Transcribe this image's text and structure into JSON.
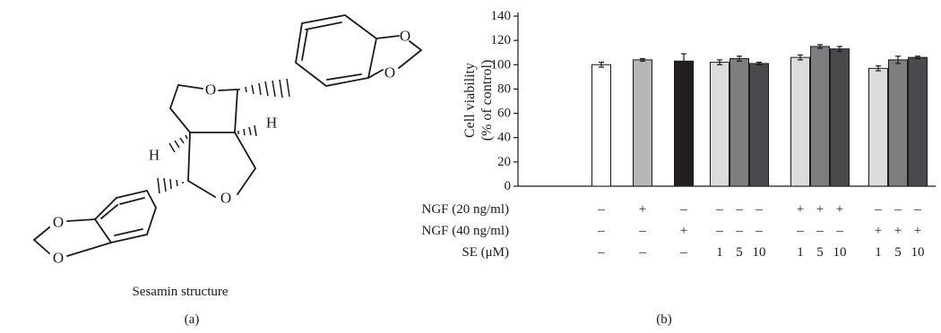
{
  "structure": {
    "caption": "Sesamin structure",
    "panel_label": "(a)",
    "atoms": {
      "oxygen": "O",
      "hydrogen": "H"
    }
  },
  "chart_data": {
    "type": "bar",
    "panel_label": "(b)",
    "ylabel_lines": [
      "Cell viability",
      "(% of control)"
    ],
    "ylim": [
      0,
      140
    ],
    "yticks": [
      0,
      20,
      40,
      60,
      80,
      100,
      120,
      140
    ],
    "bars": [
      {
        "value": 100,
        "err": 2,
        "color": "#ffffff"
      },
      {
        "value": 104,
        "err": 1,
        "color": "#b7b7b7"
      },
      {
        "value": 103,
        "err": 6,
        "color": "#231f20"
      },
      {
        "value": 102,
        "err": 2,
        "color": "#dcdcdd"
      },
      {
        "value": 105,
        "err": 2,
        "color": "#7e7e80"
      },
      {
        "value": 101,
        "err": 1,
        "color": "#4a4a4c"
      },
      {
        "value": 106,
        "err": 2,
        "color": "#dcdcdd"
      },
      {
        "value": 115,
        "err": 1.5,
        "color": "#7e7e80"
      },
      {
        "value": 113,
        "err": 2,
        "color": "#4a4a4c"
      },
      {
        "value": 97,
        "err": 2,
        "color": "#dcdcdd"
      },
      {
        "value": 104,
        "err": 3,
        "color": "#7e7e80"
      },
      {
        "value": 106,
        "err": 1,
        "color": "#4a4a4c"
      }
    ],
    "conditions": [
      {
        "label": "NGF (20 ng/ml)",
        "values": [
          "–",
          "+",
          "–",
          "–",
          "–",
          "–",
          "+",
          "+",
          "+",
          "–",
          "–",
          "–"
        ]
      },
      {
        "label": "NGF (40 ng/ml)",
        "values": [
          "–",
          "–",
          "+",
          "–",
          "–",
          "–",
          "–",
          "–",
          "–",
          "+",
          "+",
          "+"
        ]
      },
      {
        "label": "SE (μM)",
        "values": [
          "–",
          "–",
          "–",
          "1",
          "5",
          "10",
          "1",
          "5",
          "10",
          "1",
          "5",
          "10"
        ]
      }
    ],
    "grid": false
  }
}
